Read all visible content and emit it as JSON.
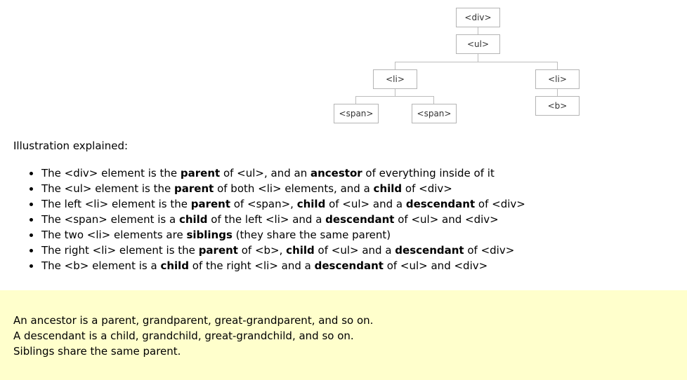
{
  "tree": {
    "nodes": {
      "div": "<div>",
      "ul": "<ul>",
      "li_left": "<li>",
      "li_right": "<li>",
      "span_left": "<span>",
      "span_right": "<span>",
      "b": "<b>"
    }
  },
  "explanation": {
    "heading": "Illustration explained:",
    "items": [
      [
        {
          "t": "The <div> element is the "
        },
        {
          "t": "parent",
          "b": true
        },
        {
          "t": " of <ul>, and an "
        },
        {
          "t": "ancestor",
          "b": true
        },
        {
          "t": " of everything inside of it"
        }
      ],
      [
        {
          "t": "The <ul> element is the "
        },
        {
          "t": "parent",
          "b": true
        },
        {
          "t": " of both <li> elements, and a "
        },
        {
          "t": "child",
          "b": true
        },
        {
          "t": " of <div>"
        }
      ],
      [
        {
          "t": "The left <li> element is the "
        },
        {
          "t": "parent",
          "b": true
        },
        {
          "t": " of <span>, "
        },
        {
          "t": "child",
          "b": true
        },
        {
          "t": " of <ul> and a "
        },
        {
          "t": "descendant",
          "b": true
        },
        {
          "t": " of <div>"
        }
      ],
      [
        {
          "t": "The <span> element is a "
        },
        {
          "t": "child",
          "b": true
        },
        {
          "t": " of the left <li> and a "
        },
        {
          "t": "descendant",
          "b": true
        },
        {
          "t": " of <ul> and <div>"
        }
      ],
      [
        {
          "t": "The two <li> elements are "
        },
        {
          "t": "siblings",
          "b": true
        },
        {
          "t": " (they share the same parent)"
        }
      ],
      [
        {
          "t": "The right <li> element is the "
        },
        {
          "t": "parent",
          "b": true
        },
        {
          "t": " of <b>, "
        },
        {
          "t": "child",
          "b": true
        },
        {
          "t": " of <ul> and a "
        },
        {
          "t": "descendant",
          "b": true
        },
        {
          "t": " of <div>"
        }
      ],
      [
        {
          "t": "The <b> element is a "
        },
        {
          "t": "child",
          "b": true
        },
        {
          "t": " of the right <li> and a "
        },
        {
          "t": "descendant",
          "b": true
        },
        {
          "t": " of <ul> and <div>"
        }
      ]
    ]
  },
  "note": {
    "lines": [
      "An ancestor is a parent, grandparent, great-grandparent, and so on.",
      "A descendant is a child, grandchild, great-grandchild, and so on.",
      "Siblings share the same parent."
    ]
  }
}
